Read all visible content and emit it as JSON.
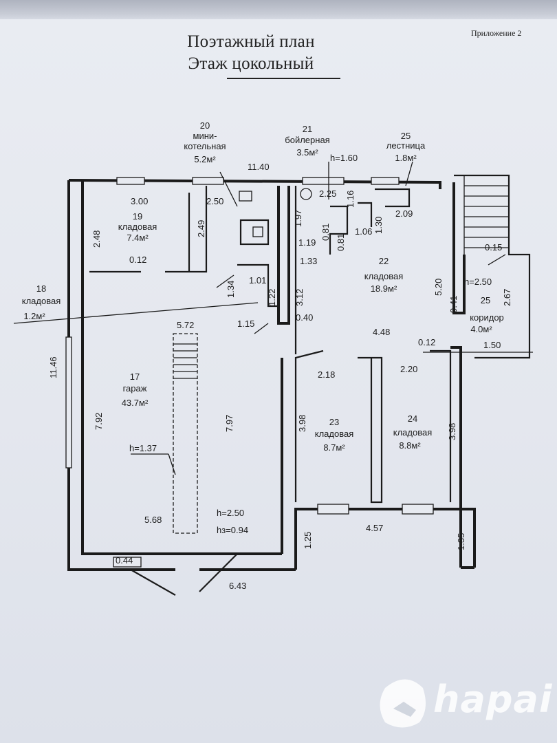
{
  "document": {
    "appendix": "Приложение 2",
    "title_line1": "Поэтажный план",
    "title_line2": "Этаж цокольный",
    "brand_logo": "hapai",
    "rooms": [
      {
        "num": "20",
        "name1": "мини-",
        "name2": "котельная",
        "area": "5.2м²"
      },
      {
        "num": "21",
        "name1": "бойлерная",
        "area": "3.5м²"
      },
      {
        "num": "25",
        "name1": "лестница",
        "area": "1.8м²"
      },
      {
        "num": "19",
        "name1": "кладовая",
        "area": "7.4м²"
      },
      {
        "num": "22",
        "name1": "кладовая",
        "area": "18.9м²"
      },
      {
        "num": "18",
        "name1": "кладовая",
        "area": "1.2м²"
      },
      {
        "num": "25",
        "name1": "коридор",
        "area": "4.0м²"
      },
      {
        "num": "17",
        "name1": "гараж",
        "area": "43.7м²"
      },
      {
        "num": "23",
        "name1": "кладовая",
        "area": "8.7м²"
      },
      {
        "num": "24",
        "name1": "кладовая",
        "area": "8.8м²"
      }
    ],
    "dims": {
      "d1140": "11.40",
      "d300": "3.00",
      "d250a": "2.50",
      "h160": "h=1.60",
      "d225": "2.25",
      "d116": "1.16",
      "d209": "2.09",
      "d248": "2.48",
      "d249": "2.49",
      "d197": "1.97",
      "d081a": "0.81",
      "d081b": "0.81",
      "d106": "1.06",
      "d130": "1.30",
      "d119": "1.19",
      "d133": "1.33",
      "d012a": "0.12",
      "d015": "0.15",
      "h250b": "h=2.50",
      "d267": "2.67",
      "d101": "1.01",
      "d134": "1.34",
      "d122": "1.22",
      "d312": "3.12",
      "d520": "5.20",
      "d041": "0.41",
      "d115": "1.15",
      "d040": "0.40",
      "d448": "4.48",
      "d012b": "0.12",
      "d150": "1.50",
      "d572": "5.72",
      "d1146": "11.46",
      "d218": "2.18",
      "d220": "2.20",
      "d792": "7.92",
      "d797": "7.97",
      "d398a": "3.98",
      "d398b": "3.98",
      "h137": "h=1.37",
      "d568": "5.68",
      "h250": "h=2.50",
      "hz094": "hз=0.94",
      "d457": "4.57",
      "d125": "1.25",
      "d135": "1.35",
      "d044": "0.44",
      "d643": "6.43"
    }
  }
}
